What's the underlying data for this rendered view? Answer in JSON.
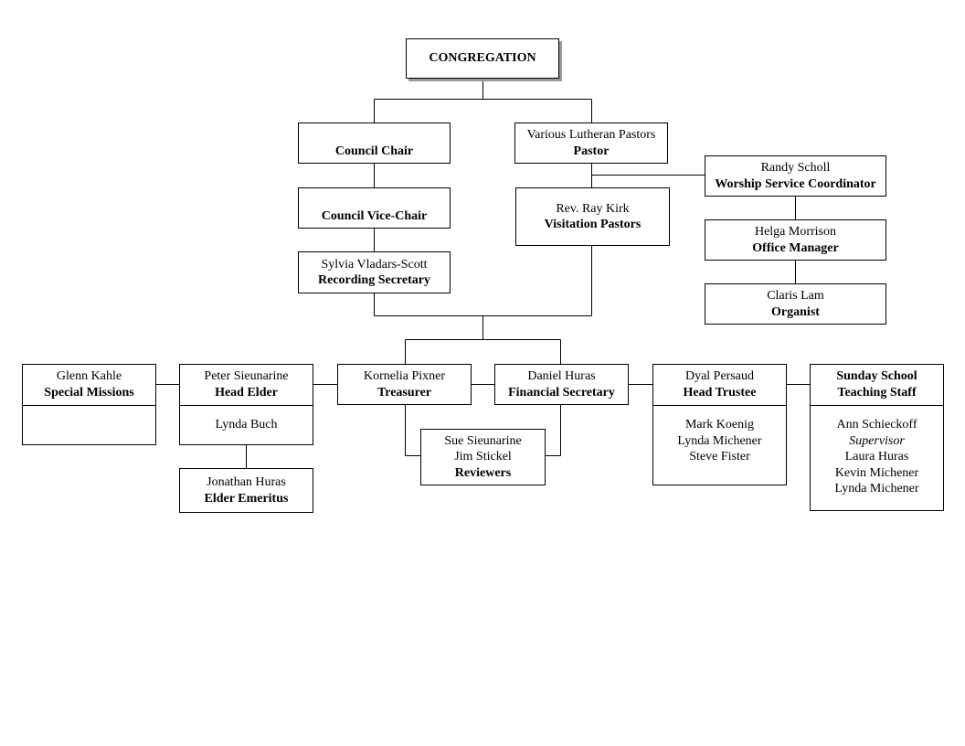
{
  "congregation": "CONGREGATION",
  "council_chair": {
    "title": "Council Chair"
  },
  "council_vice_chair": {
    "title": "Council Vice-Chair"
  },
  "recording_secretary": {
    "name": "Sylvia  Vladars-Scott",
    "title": "Recording Secretary"
  },
  "pastor": {
    "name": "Various Lutheran Pastors",
    "title": "Pastor"
  },
  "visitation_pastors": {
    "name": "Rev. Ray Kirk",
    "title": "Visitation Pastors"
  },
  "worship_coordinator": {
    "name": "Randy Scholl",
    "title": "Worship Service Coordinator"
  },
  "office_manager": {
    "name": "Helga Morrison",
    "title": "Office Manager"
  },
  "organist": {
    "name": "Claris Lam",
    "title": "Organist"
  },
  "special_missions": {
    "name": "Glenn Kahle",
    "title": "Special Missions"
  },
  "head_elder": {
    "name": "Peter Sieunarine",
    "title": "Head Elder",
    "members": [
      "Lynda Buch"
    ]
  },
  "elder_emeritus": {
    "name": "Jonathan Huras",
    "title": "Elder Emeritus"
  },
  "treasurer": {
    "name": "Kornelia Pixner",
    "title": "Treasurer"
  },
  "financial_secretary": {
    "name": "Daniel Huras",
    "title": "Financial Secretary"
  },
  "reviewers": {
    "members": [
      "Sue Sieunarine",
      "Jim Stickel"
    ],
    "title": "Reviewers"
  },
  "head_trustee": {
    "name": "Dyal Persaud",
    "title": "Head Trustee",
    "members": [
      "Mark Koenig",
      "Lynda Michener",
      "Steve Fister"
    ]
  },
  "sunday_school": {
    "title_line1": "Sunday School",
    "title_line2": "Teaching Staff",
    "supervisor": "Ann Schieckoff",
    "supervisor_role": "Supervisor",
    "members": [
      "Laura Huras",
      "Kevin Michener",
      "Lynda Michener"
    ]
  }
}
